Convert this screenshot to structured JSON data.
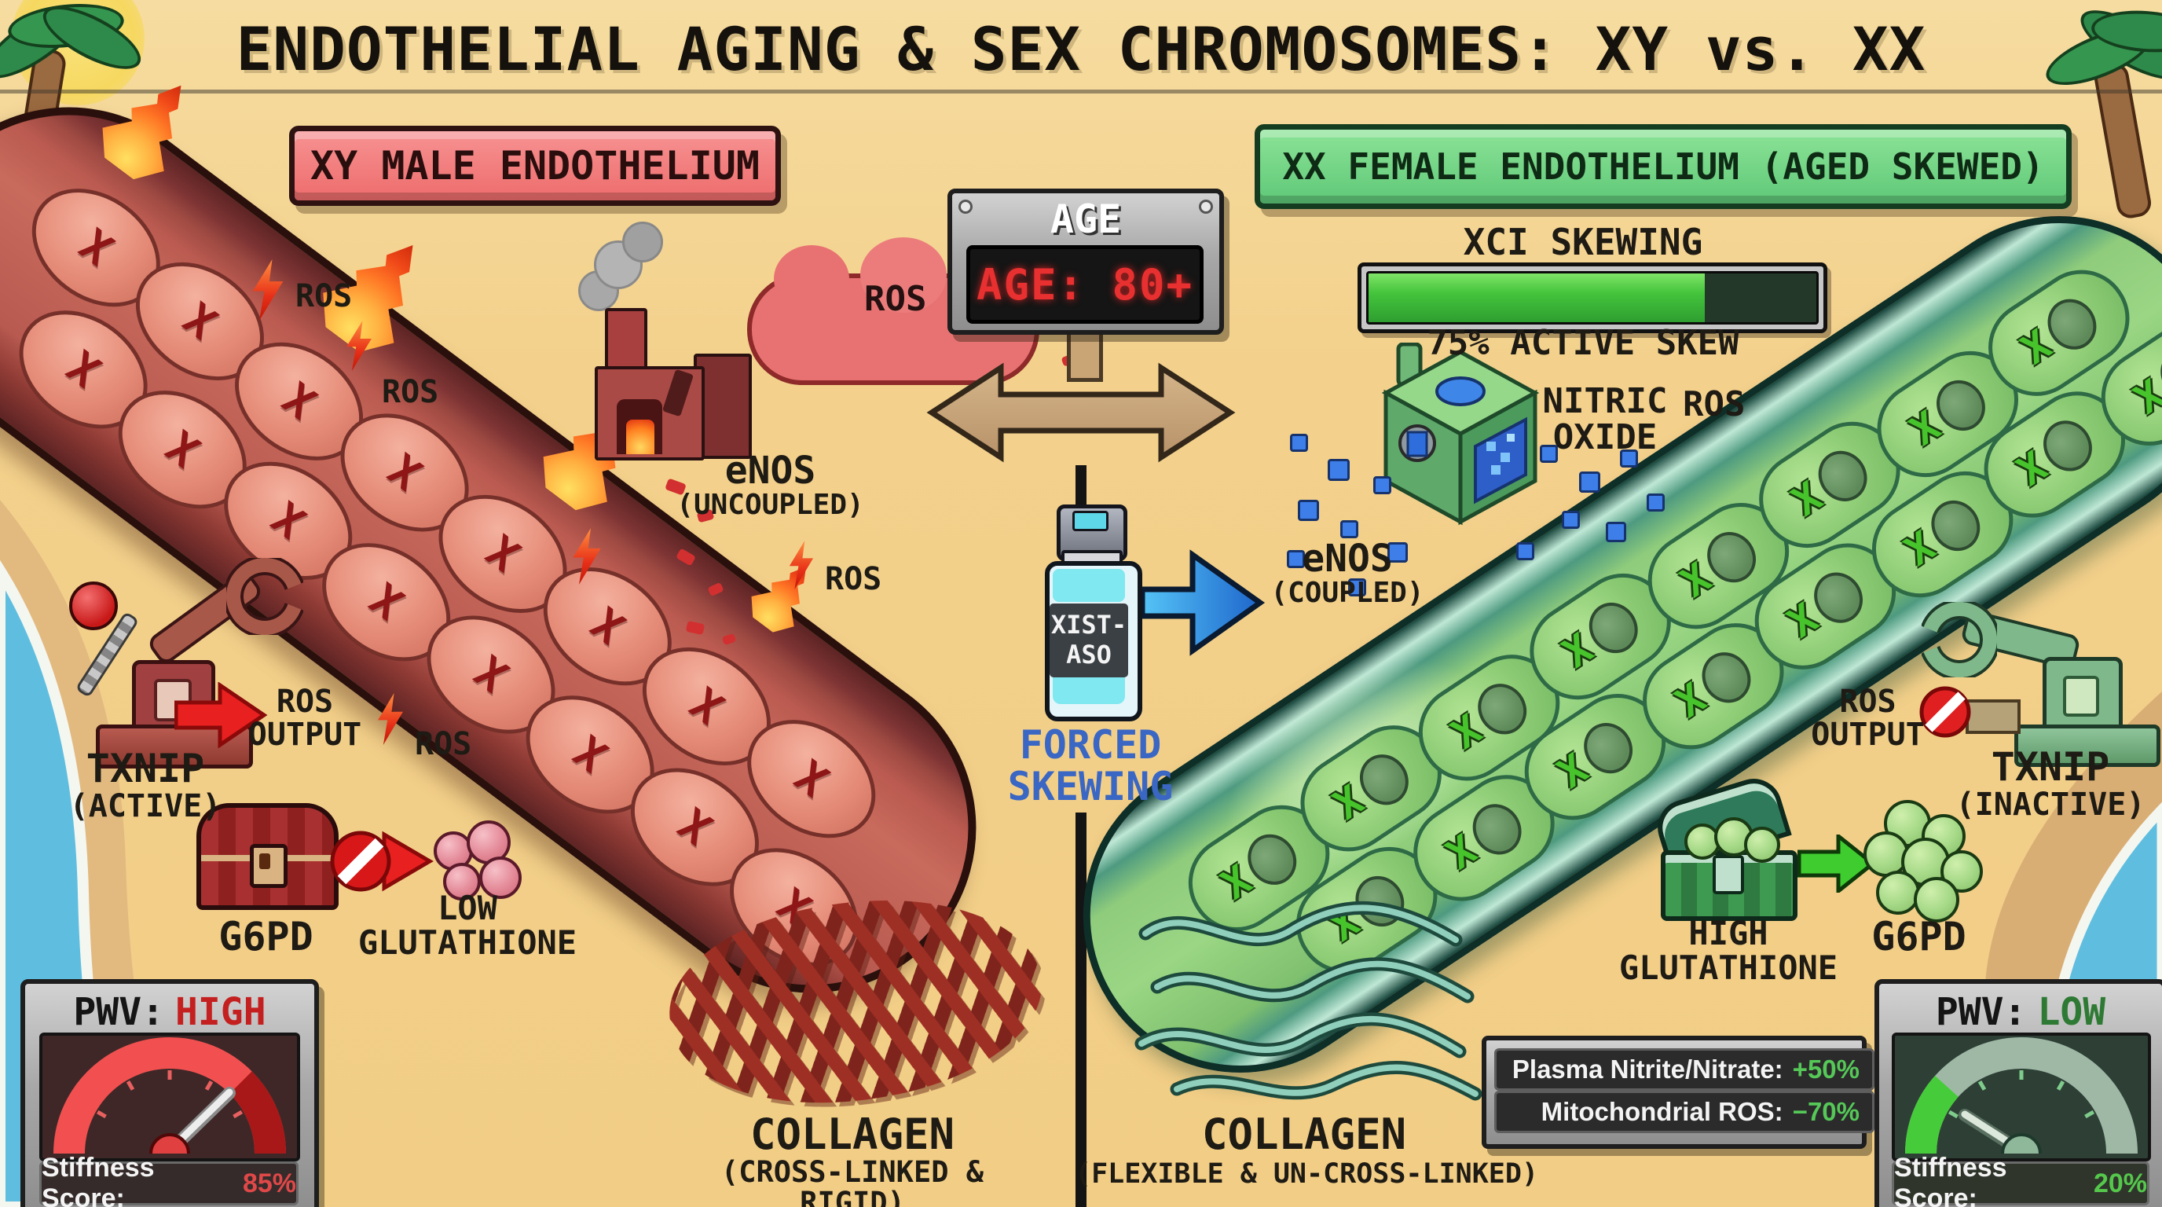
{
  "title": "ENDOTHELIAL AGING & SEX CHROMOSOMES: XY vs. XX",
  "symbols": {
    "x": "X"
  },
  "colors": {
    "sand": "#F3D18C",
    "male_accent": "#EE6C6C",
    "female_accent": "#6FD184",
    "alert_red": "#E04040",
    "value_green": "#55C84C",
    "arrow_blue": "#2E86E8",
    "forced_text": "#3A66C4"
  },
  "left": {
    "banner": "XY MALE ENDOTHELIUM",
    "ros_labels": [
      "ROS",
      "ROS",
      "ROS",
      "ROS",
      "ROS"
    ],
    "cloud_label": "ROS",
    "enos": {
      "line1": "eNOS",
      "line2": "(UNCOUPLED)"
    },
    "txnip": {
      "name": "TXNIP",
      "state": "(ACTIVE)"
    },
    "ros_output": {
      "line1": "ROS",
      "line2": "OUTPUT"
    },
    "g6pd": "G6PD",
    "glutathione": {
      "line1": "LOW",
      "line2": "GLUTATHIONE"
    },
    "collagen": {
      "line1": "COLLAGEN",
      "line2": "(CROSS-LINKED & RIGID)"
    },
    "pwv": {
      "prefix": "PWV:",
      "value": "HIGH",
      "stiffness_label": "Stiffness Score:",
      "stiffness_value": "85%"
    }
  },
  "center": {
    "age": {
      "title": "AGE",
      "display": "AGE: 80+"
    },
    "vial": {
      "label_line1": "XIST-",
      "label_line2": "ASO"
    },
    "forced": {
      "line1": "FORCED",
      "line2": "SKEWING"
    }
  },
  "right": {
    "banner": "XX FEMALE ENDOTHELIUM (AGED SKEWED)",
    "xci": {
      "title": "XCI SKEWING",
      "percent": 75,
      "skew_label": "75% ACTIVE SKEW"
    },
    "nitric": {
      "line1": "NITRIC",
      "line2": "OXIDE"
    },
    "ros_label": "ROS",
    "enos": {
      "line1": "eNOS",
      "line2": "(COUPLED)"
    },
    "ros_output": {
      "line1": "ROS",
      "line2": "OUTPUT"
    },
    "txnip": {
      "name": "TXNIP",
      "state": "(INACTIVE)"
    },
    "glutathione": {
      "line1": "HIGH",
      "line2": "GLUTATHIONE"
    },
    "g6pd": "G6PD",
    "metrics": [
      {
        "label": "Plasma Nitrite/Nitrate:",
        "value": "+50%"
      },
      {
        "label": "Mitochondrial ROS:",
        "value": "−70%"
      }
    ],
    "collagen": {
      "line1": "COLLAGEN",
      "line2": "(FLEXIBLE & UN-CROSS-LINKED)"
    },
    "pwv": {
      "prefix": "PWV:",
      "value": "LOW",
      "stiffness_label": "Stiffness Score:",
      "stiffness_value": "20%"
    }
  }
}
